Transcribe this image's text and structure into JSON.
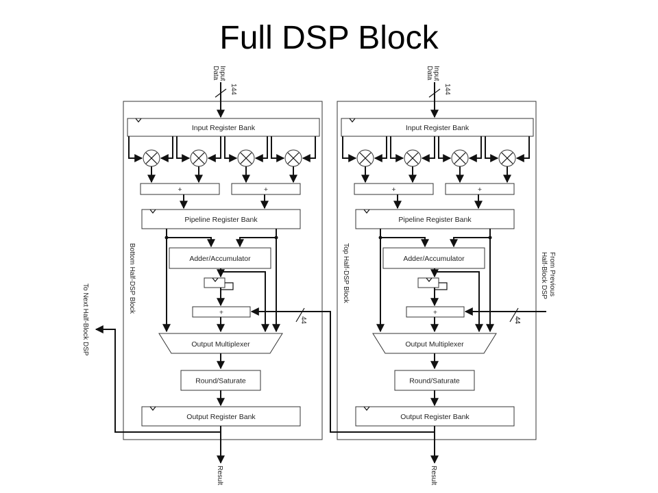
{
  "title": "Full DSP Block",
  "labels": {
    "input_data": "Input Data",
    "bus_144": "144",
    "bus_44": "44",
    "input_register_bank": "Input Register Bank",
    "plus": "+",
    "pipeline_register_bank": "Pipeline Register Bank",
    "adder_accumulator": "Adder/Accumulator",
    "output_multiplexer": "Output Multiplexer",
    "round_saturate": "Round/Saturate",
    "output_register_bank": "Output Register Bank",
    "result": "Result",
    "bottom_half": "Bottom Half-DSP Block",
    "top_half": "Top Half-DSP Block",
    "to_next": "To Next Half-Block DSP",
    "from_previous_1": "From Previous",
    "from_previous_2": "Half-Block DSP"
  }
}
